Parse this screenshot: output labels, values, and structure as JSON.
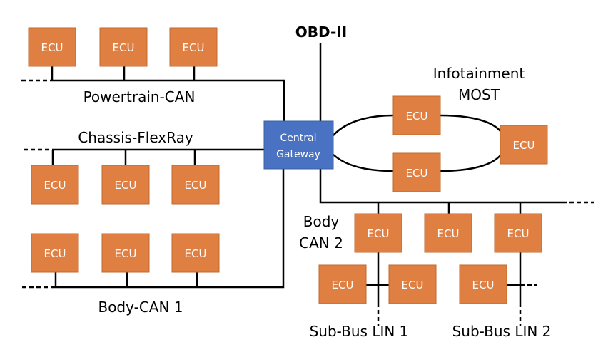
{
  "diagram": {
    "obd_label": "OBD-II",
    "gateway_label_line1": "Central",
    "gateway_label_line2": "Gateway",
    "ecu_label": "ECU",
    "buses": {
      "powertrain": "Powertrain-CAN",
      "chassis": "Chassis-FlexRay",
      "body1": "Body-CAN 1",
      "infotainment_line1": "Infotainment",
      "infotainment_line2": "MOST",
      "body2_line1": "Body",
      "body2_line2": "CAN 2",
      "lin1": "Sub-Bus LIN 1",
      "lin2": "Sub-Bus LIN 2"
    },
    "colors": {
      "ecu": "#E07F42",
      "gateway": "#4A72C2"
    }
  }
}
